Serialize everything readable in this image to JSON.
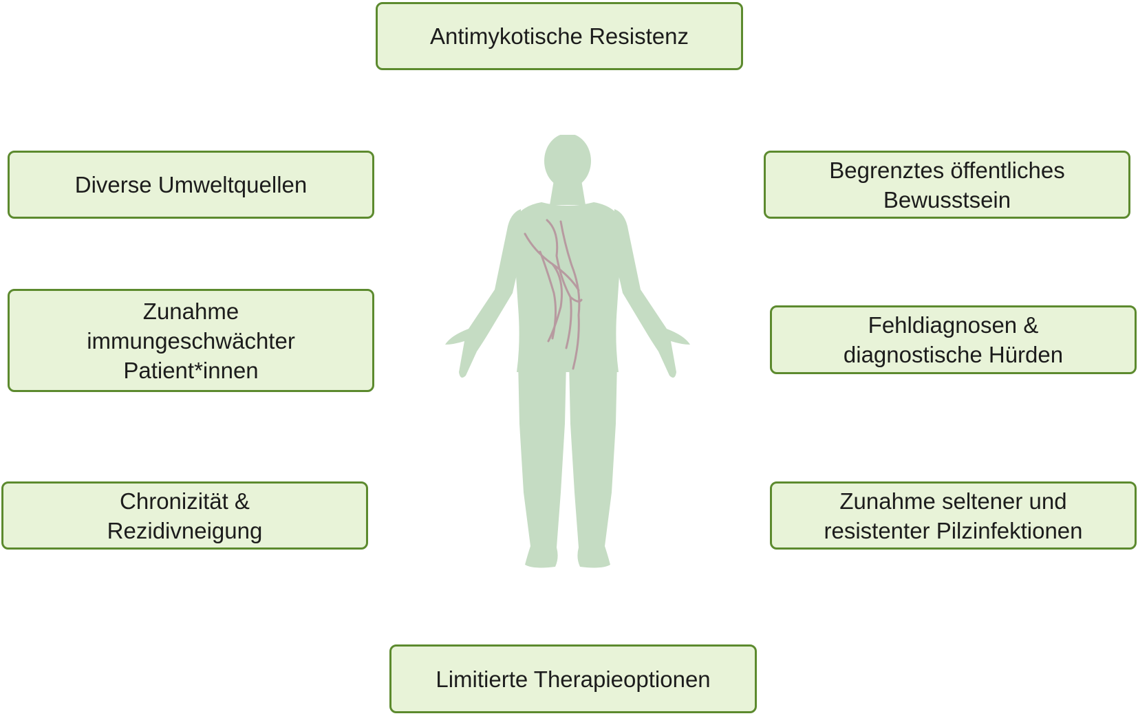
{
  "boxes": {
    "top": "Antimykotische Resistenz",
    "left_1": "Diverse Umweltquellen",
    "left_2": "Zunahme\nimmungeschwächter\nPatient*innen",
    "left_3": "Chronizität &\nRezidivneigung",
    "right_1": "Begrenztes öffentliches\nBewusstsein",
    "right_2": "Fehldiagnosen &\ndiagnostische Hürden",
    "right_3": "Zunahme seltener und\nresistenter Pilzinfektionen",
    "bottom": "Limitierte Therapieoptionen"
  },
  "colors": {
    "box_fill": "#e8f3d8",
    "box_border": "#5c8a2e",
    "figure_fill": "#c5dcc3",
    "vessel_stroke": "#b79aa0",
    "text": "#1c1c1c"
  },
  "figure": {
    "icon": "human-body-silhouette-icon"
  }
}
